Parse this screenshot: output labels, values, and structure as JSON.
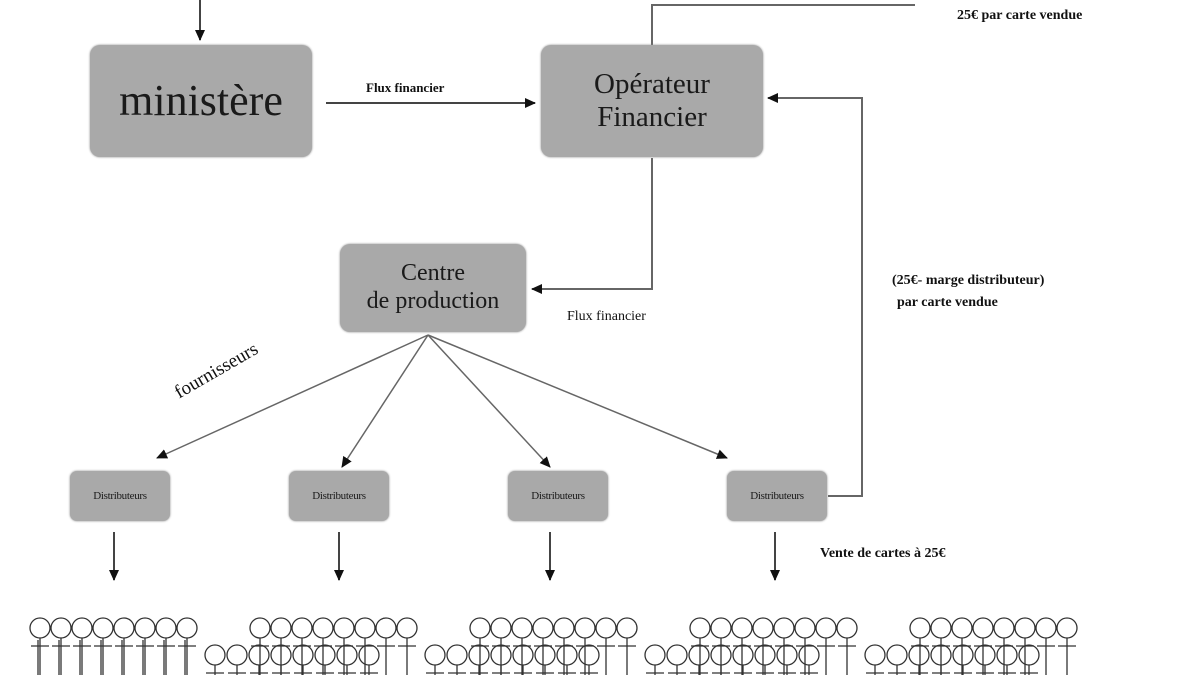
{
  "boxes": {
    "ministere": "ministère",
    "operateur_line1": "Opérateur",
    "operateur_line2": "Financier",
    "centre_line1": "Centre",
    "centre_line2": "de production"
  },
  "distributors": [
    "Distributeurs",
    "Distributeurs",
    "Distributeurs",
    "Distributeurs"
  ],
  "labels": {
    "flux_financier_top": "Flux financier",
    "price_per_card_top": "25€ par carte vendue",
    "flux_financier_bottom": "Flux financier",
    "marge_line1": "(25€- marge distributeur)",
    "marge_line2": "par carte vendue",
    "fournisseurs": "fournisseurs",
    "vente": "Vente de cartes à 25€"
  },
  "colors": {
    "box_fill": "#a9a9a9",
    "line": "#555555",
    "arrow": "#111111"
  }
}
